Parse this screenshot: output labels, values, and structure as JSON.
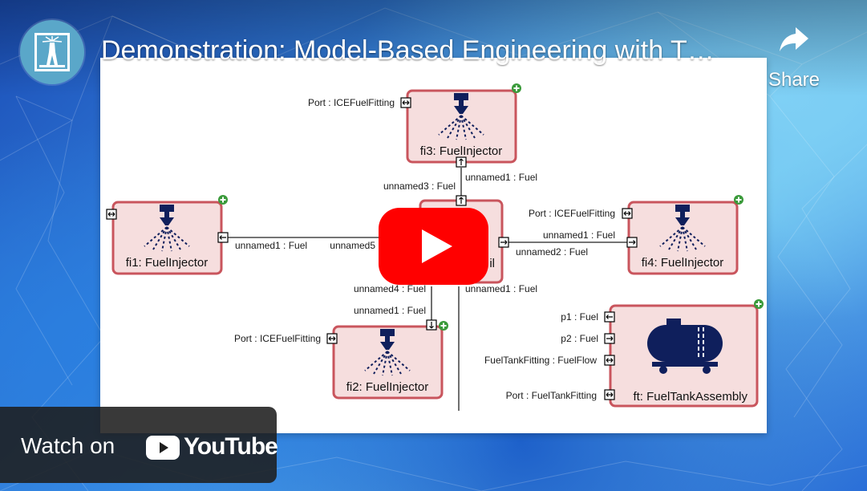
{
  "video": {
    "title": "Demonstration: Model-Based Engineering with T…",
    "share_label": "Share",
    "watch_on_label": "Watch on",
    "youtube_wordmark": "YouTube"
  },
  "diagram": {
    "blocks": {
      "fi1": "fi1: FuelInjector",
      "fi2": "fi2: FuelInjector",
      "fi3": "fi3: FuelInjector",
      "fi4": "fi4: FuelInjector",
      "center_partial": "il",
      "ft": "ft: FuelTankAssembly"
    },
    "labels": {
      "fi3_port": "Port : ICEFuelFitting",
      "fi3_unnamed1": "unnamed1 : Fuel",
      "unnamed3": "unnamed3 : Fuel",
      "fi1_unnamed1": "unnamed1 : Fuel",
      "unnamed5": "unnamed5",
      "fi4_port": "Port : ICEFuelFitting",
      "fi4_unnamed1": "unnamed1 : Fuel",
      "unnamed2": "unnamed2 : Fuel",
      "unnamed4": "unnamed4 : Fuel",
      "fi2_unnamed1": "unnamed1 : Fuel",
      "center_unnamed1": "unnamed1 : Fuel",
      "fi2_port": "Port : ICEFuelFitting",
      "p1": "p1 : Fuel",
      "p2": "p2 : Fuel",
      "tank_fitting": "FuelTankFitting : FuelFlow",
      "tank_port": "Port : FuelTankFitting"
    }
  },
  "colors": {
    "block_fill": "#f6dede",
    "block_border": "#c9555d",
    "icon_navy": "#0f1f5c",
    "youtube_red": "#ff0000",
    "plus_green": "#3a9a3a"
  },
  "icons": {
    "share": "share-arrow-icon",
    "play": "play-icon",
    "youtube": "youtube-logo-icon",
    "injector": "fuel-injector-icon",
    "tank": "fuel-tank-icon"
  }
}
